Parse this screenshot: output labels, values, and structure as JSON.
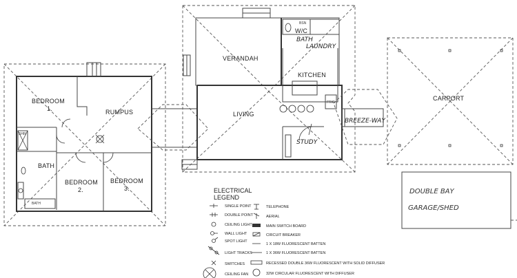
{
  "rooms": {
    "bedroom1": "BEDROOM",
    "bedroom1_num": "1.",
    "rumpus": "RUMPUS",
    "bath": "BATH",
    "bath_label": "BATH",
    "shr": "SHR",
    "bedroom2": "BEDROOM",
    "bedroom2_num": "2.",
    "bedroom3": "BEDROOM",
    "bedroom3_num": "3.",
    "verandah": "VERANDAH",
    "living": "LIVING",
    "kitchen": "KITCHEN",
    "wc": "W/C",
    "bsn": "BSN",
    "frig": "FRIG",
    "carport": "CARPORT"
  },
  "handwritten": {
    "bath_laundry_1": "BATH",
    "bath_laundry_2": "LAUNDRY",
    "breezeway": "BREEZE-WAY",
    "study": "STUDY",
    "note_line1": "DOUBLE BAY",
    "note_line2": "GARAGE/SHED"
  },
  "legend": {
    "title_line1": "ELECTRICAL",
    "title_line2": "LEGEND",
    "left_items": [
      {
        "icon": "single-point-icon",
        "label": "SINGLE POINT"
      },
      {
        "icon": "double-point-icon",
        "label": "DOUBLE POINT"
      },
      {
        "icon": "ceiling-light-icon",
        "label": "CEILING LIGHT"
      },
      {
        "icon": "wall-light-icon",
        "label": "WALL LIGHT"
      },
      {
        "icon": "spot-light-icon",
        "label": "SPOT LIGHT"
      },
      {
        "icon": "light-tracks-icon",
        "label": "LIGHT TRACKS"
      },
      {
        "icon": "switches-icon",
        "label": "SWITCHES"
      },
      {
        "icon": "ceiling-fan-icon",
        "label": "CEILING FAN"
      }
    ],
    "right_items": [
      {
        "icon": "telephone-icon",
        "label": "TELEPHONE"
      },
      {
        "icon": "aerial-icon",
        "label": "AERIAL"
      },
      {
        "icon": "main-switch-board-icon",
        "label": "MAIN SWITCH BOARD"
      },
      {
        "icon": "circuit-breaker-icon",
        "label": "CIRCUIT BREAKER"
      },
      {
        "icon": "fluorescent-18w-icon",
        "label": "1 X 18W FLUORESCENT BATTEN"
      },
      {
        "icon": "fluorescent-36w-icon",
        "label": "1 X 36W FLUORESCENT BATTEN"
      },
      {
        "icon": "recessed-fluorescent-icon",
        "label": "RECESSED DOUBLE 36W FLUORESCENT WITH SOLID DIFFUSER"
      },
      {
        "icon": "circular-fluorescent-icon",
        "label": "32W CIRCULAR FLUORESCENT WITH DIFFUSER"
      }
    ]
  }
}
